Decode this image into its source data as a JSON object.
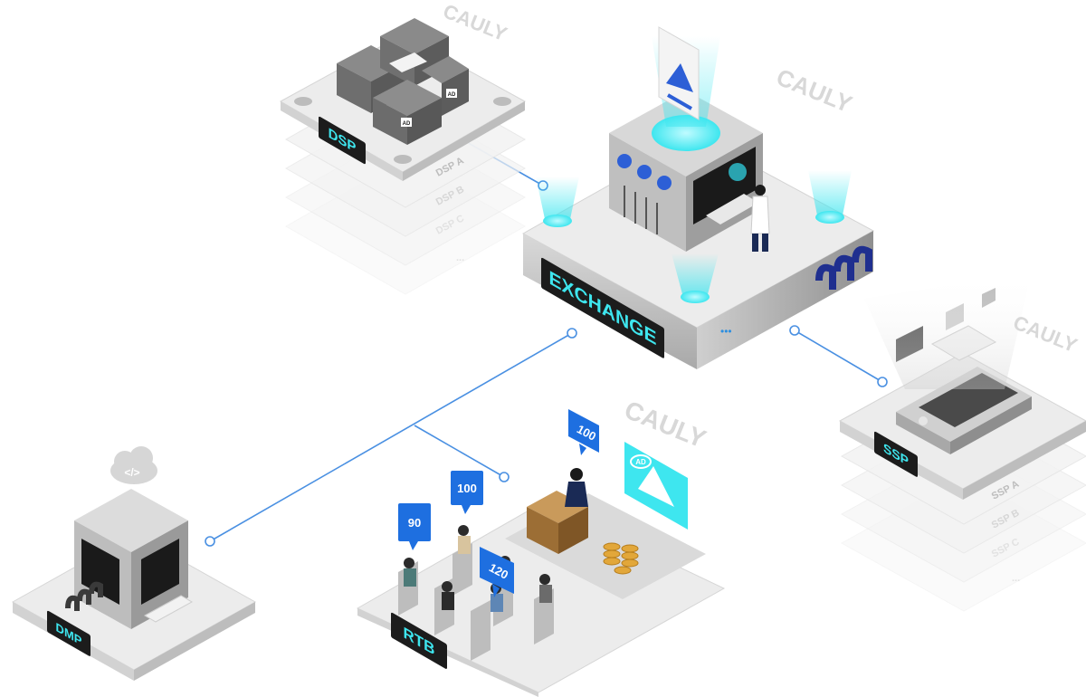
{
  "brand": {
    "watermark": "CAULY"
  },
  "colors": {
    "accent": "#3ee6ef",
    "line": "#4a90e2",
    "label_bg": "#1c1c1c",
    "label_text": "#3ee6ef",
    "platform": "#e6e6e6",
    "bid_badge": "#1e6fe0",
    "cable": "#1f2f8f"
  },
  "nodes": {
    "exchange": {
      "label": "EXCHANGE"
    },
    "dsp": {
      "label": "DSP",
      "tiers": [
        "DSP A",
        "DSP B",
        "DSP C",
        "..."
      ]
    },
    "ssp": {
      "label": "SSP",
      "tiers": [
        "SSP A",
        "SSP B",
        "SSP C",
        "..."
      ]
    },
    "dmp": {
      "label": "DMP"
    },
    "rtb": {
      "label": "RTB",
      "bids": [
        "100",
        "100",
        "90",
        "120"
      ],
      "ad_badge": "AD"
    }
  },
  "box_labels": {
    "ad": "AD"
  },
  "exchange_dots": "•••"
}
